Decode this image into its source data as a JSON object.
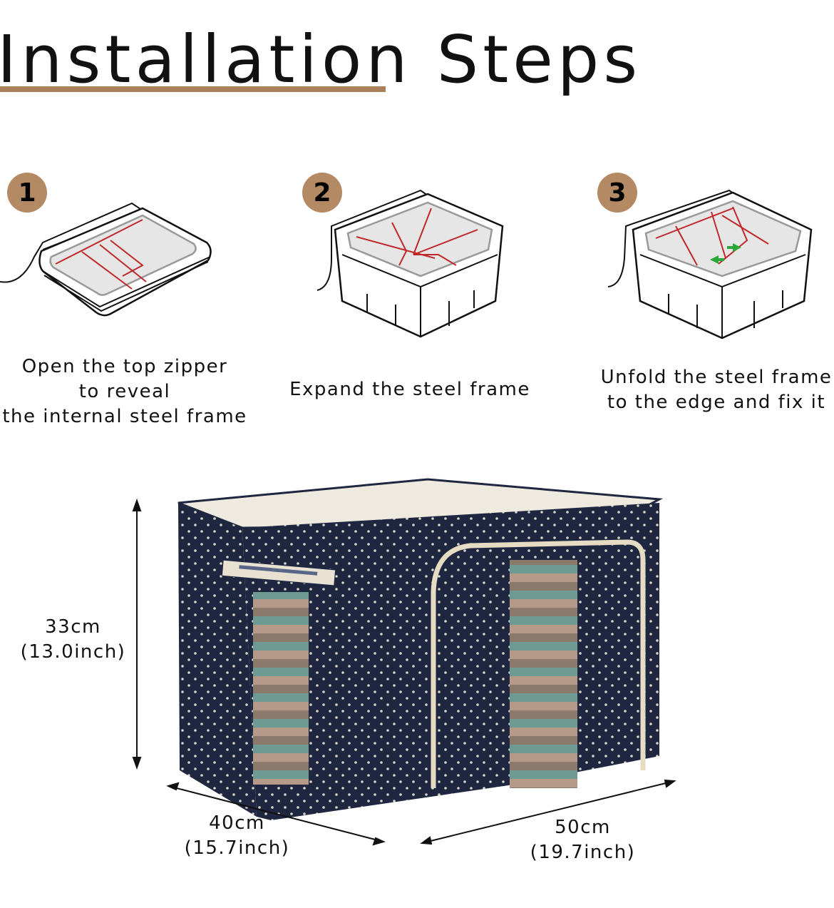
{
  "title": {
    "text": "Installation Steps"
  },
  "colors": {
    "accent": "#b48a64",
    "frame": "#c0282a",
    "box": "#1f2740"
  },
  "steps": [
    {
      "number": "1",
      "lines": [
        "Open the top zipper",
        "to reveal",
        "the internal steel frame"
      ]
    },
    {
      "number": "2",
      "lines": [
        "Expand the steel frame"
      ]
    },
    {
      "number": "3",
      "lines": [
        "Unfold the steel frame",
        "to the edge and fix it"
      ]
    }
  ],
  "dimensions": {
    "height": {
      "cm": "33cm",
      "inch": "(13.0inch)"
    },
    "depth": {
      "cm": "40cm",
      "inch": "(15.7inch)"
    },
    "width": {
      "cm": "50cm",
      "inch": "(19.7inch)"
    }
  }
}
